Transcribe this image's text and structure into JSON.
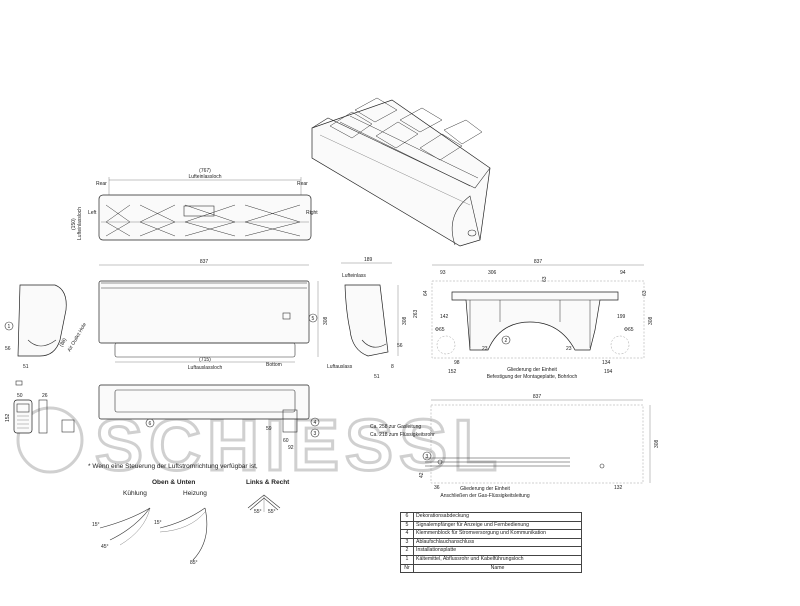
{
  "watermark": "SCHIESSL",
  "top_view": {
    "width_dim": "(767)",
    "inlet_label": "Lufteinlassloch",
    "rear_left": "Rear",
    "rear_right": "Rear",
    "left": "Left",
    "right": "Right",
    "depth_dim": "(150)",
    "depth_label": "Lufteinlassloch"
  },
  "front_view": {
    "width_dim": "837",
    "height_dim": "308",
    "outlet_dim": "(715)",
    "outlet_label": "Luftauslassloch",
    "bottom_label": "Bottom",
    "callout": "5"
  },
  "left_side": {
    "callout": "1",
    "dim_56": "56",
    "dim_51": "51",
    "dim_outlet": "(88)",
    "outlet_label": "Air Outlet Hole"
  },
  "right_side": {
    "depth_dim": "189",
    "inlet_label": "Lufteinlass",
    "outlet_label": "Luftauslass",
    "dim_56": "56",
    "dim_8": "8",
    "dim_51": "51",
    "height_dim": "308"
  },
  "mounting_plate": {
    "width_dim": "837",
    "d_93": "93",
    "d_306": "306",
    "d_94": "94",
    "d_63a": "63",
    "d_63b": "63",
    "d_64": "64",
    "d_263": "263",
    "d_142": "142",
    "d_199": "199",
    "d_308": "308",
    "hole_left": "Φ65",
    "hole_right": "Φ65",
    "d_98": "98",
    "d_23a": "23",
    "d_23b": "23",
    "d_134": "134",
    "d_152": "152",
    "d_194": "194",
    "callout": "2",
    "caption1": "Gliederung der Einheit",
    "caption2": "Befestigung der Montageplatte, Bohrloch"
  },
  "remote": {
    "d_50": "50",
    "d_26": "26",
    "d_152": "152"
  },
  "bottom_view": {
    "callout6": "6",
    "callout4": "4",
    "callout3": "3",
    "d_59": "59",
    "d_60": "60",
    "d_92": "92"
  },
  "pipe_view": {
    "width_dim": "837",
    "height_dim": "308",
    "gas_pipe": "Ca. 258 zur Gasleitung",
    "liquid_pipe": "Ca. 218 zum Flüssigkeitsrohr",
    "callout": "3",
    "d_42": "42",
    "d_36": "36",
    "d_132": "132",
    "caption1": "Gliederung der Einheit",
    "caption2": "Anschließen der Gas-Flüssigkeitsleitung"
  },
  "airflow": {
    "note": "* Wenn eine Steuerung der Luftstromrichtung verfügbar ist,",
    "up_down_title": "Oben & Unten",
    "left_right_title": "Links & Recht",
    "cooling": "Kühlung",
    "heating": "Heizung",
    "c_15": "15°",
    "c_45": "45°",
    "h_15": "15°",
    "h_85": "85°",
    "lr_55a": "55°",
    "lr_55b": "55°"
  },
  "legend": {
    "rows": [
      {
        "nr": "6",
        "name": "Dekorationsabdeckung"
      },
      {
        "nr": "5",
        "name": "Signalempfänger für Anzeige und Fernbedienung"
      },
      {
        "nr": "4",
        "name": "Klemmenblock für Stromversorgung und Kommunikation"
      },
      {
        "nr": "3",
        "name": "Ablaufschlauchanschluss"
      },
      {
        "nr": "2",
        "name": "Installationsplatte"
      },
      {
        "nr": "1",
        "name": "Kältemittel, Abflussrohr und Kabelführungsloch"
      }
    ],
    "header_nr": "Nr",
    "header_name": "Name"
  }
}
